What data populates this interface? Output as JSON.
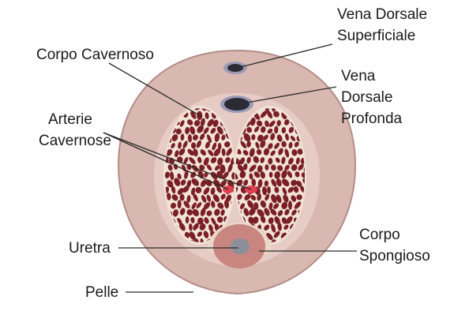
{
  "labels": {
    "vena_dorsale_superficiale": [
      "Vena Dorsale",
      "Superficiale"
    ],
    "corpo_cavernoso": [
      "Corpo Cavernoso"
    ],
    "vena_dorsale_profonda": [
      "Vena",
      "Dorsale",
      "Profonda"
    ],
    "arterie_cavernose": [
      "Arterie",
      "Cavernose"
    ],
    "uretra": [
      "Uretra"
    ],
    "corpo_spongioso": [
      "Corpo",
      "Spongioso"
    ],
    "pelle": [
      "Pelle"
    ]
  },
  "colors": {
    "skin": "#d9b8b1",
    "skin_edge": "#b48d88",
    "tunica_zone": "#e6ccc4",
    "cavernous_bg": "#f1e3d8",
    "sinusoids": "#7a1f25",
    "vein_dark": "#2b2b36",
    "vein_ring": "#9c9ab6",
    "artery": "#e0414e",
    "spongiosum": "#c98580",
    "spongiosum_ring": "#ead7c7",
    "urethra": "#8a8f9a",
    "label_line": "#2a2a2a"
  }
}
